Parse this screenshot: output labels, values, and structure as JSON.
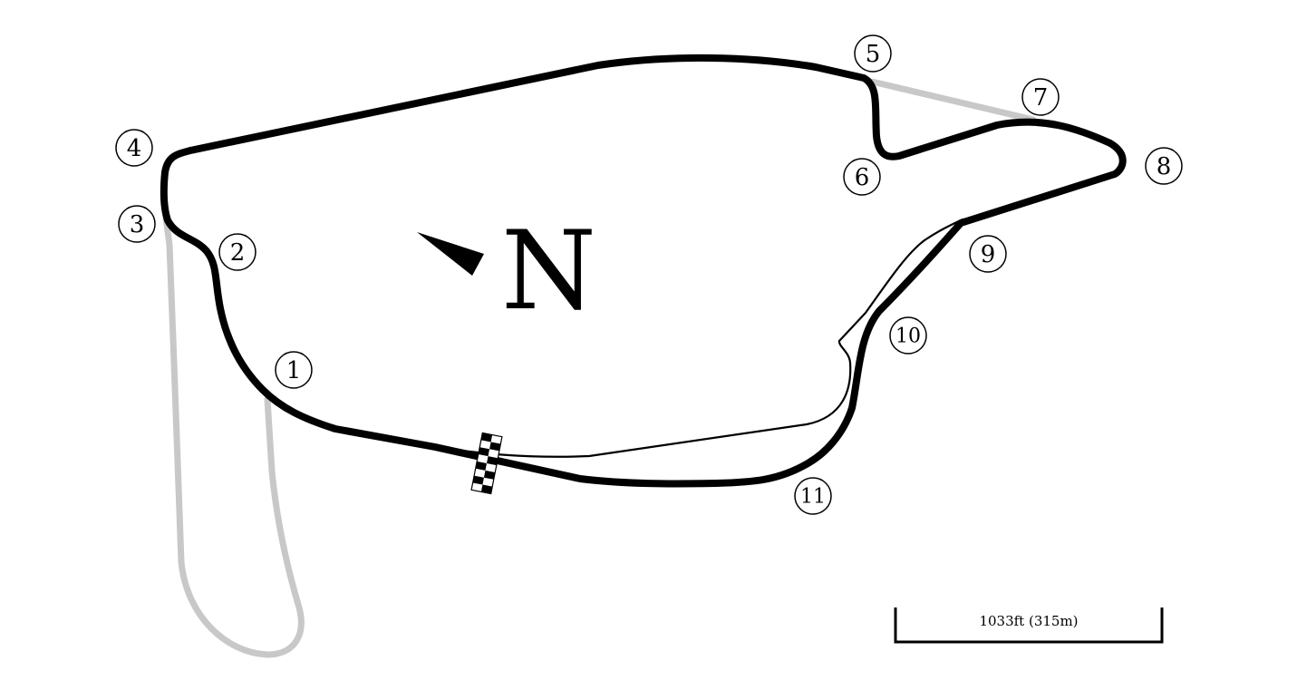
{
  "map": {
    "north_label": "N",
    "scale_label": "1033ft (315m)",
    "colors": {
      "track": "#000000",
      "unused_track": "#c8c8c8",
      "background": "#ffffff"
    },
    "turns": [
      {
        "label": "1"
      },
      {
        "label": "2"
      },
      {
        "label": "3"
      },
      {
        "label": "4"
      },
      {
        "label": "5"
      },
      {
        "label": "6"
      },
      {
        "label": "7"
      },
      {
        "label": "8"
      },
      {
        "label": "9"
      },
      {
        "label": "10"
      },
      {
        "label": "11"
      }
    ],
    "icons": [
      "north-arrow-icon",
      "checkered-flag-icon"
    ]
  }
}
